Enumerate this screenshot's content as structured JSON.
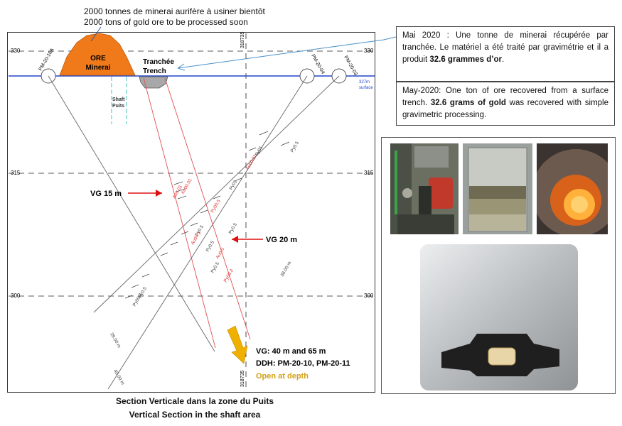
{
  "header": {
    "caption_fr": "2000 tonnes de minerai aurifère à usiner bientôt",
    "caption_en": "2000 tons of gold ore to be processed soon"
  },
  "section": {
    "elevations": {
      "e330": "330",
      "e315": "315",
      "e300": "300"
    },
    "northing_top": "318735",
    "northing_bottom": "318735",
    "surface_label": "327m surface",
    "surface_line1": "327m",
    "surface_line2": "surface",
    "holes": {
      "left": "PM-20-16A",
      "mid": "PM-20-04",
      "right": "PM-20-03"
    },
    "ore_pile": {
      "en": "ORE",
      "fr": "Minerai"
    },
    "trench": {
      "fr": "Tranchée",
      "en": "Trench"
    },
    "shaft": {
      "en": "Shaft",
      "fr": "Puits"
    },
    "assays": [
      "Py01",
      "Py0.5",
      "Au00.01",
      "Py01",
      "Au0.01",
      "Au00.01",
      "Py00.5",
      "Py0.5",
      "Py0.5",
      "Py0.5",
      "Au0.5",
      "Au00.1",
      "Py0.5",
      "Py00.3",
      "Py0.5",
      "Py00.3"
    ],
    "depths": {
      "d1": "38.00 m",
      "d2": "39.00 m",
      "d3": "45.00 m"
    },
    "vg15": "VG 15 m",
    "vg20": "VG 20 m",
    "target": {
      "vg": "VG: 40 m and 65 m",
      "ddh": "DDH: PM-20-10, PM-20-11",
      "open": "Open at depth"
    },
    "colors": {
      "ore": "#f07a1a",
      "surface": "#2244cc",
      "vg": "#dd1111",
      "open": "#d4a017",
      "arrow": "#f0b000"
    }
  },
  "notes": {
    "fr_prefix": "Mai 2020 : Une tonne de minerai récupérée par tranchée. Le matériel a été traité par gravimétrie et il a produit ",
    "fr_bold": "32.6 grammes d’or",
    "fr_suffix": ".",
    "en_prefix": "May-2020: One ton of ore recovered from a surface trench. ",
    "en_bold": "32.6 grams of gold",
    "en_suffix": " was recovered with simple gravimetric processing."
  },
  "photos": [
    "processing-equipment-photo",
    "gravity-concentrate-jar-photo",
    "furnace-melt-photo",
    "gold-button-in-mould-photo"
  ],
  "footer": {
    "title_fr": "Section Verticale dans la zone du Puits",
    "title_en": "Vertical Section in the shaft area"
  }
}
